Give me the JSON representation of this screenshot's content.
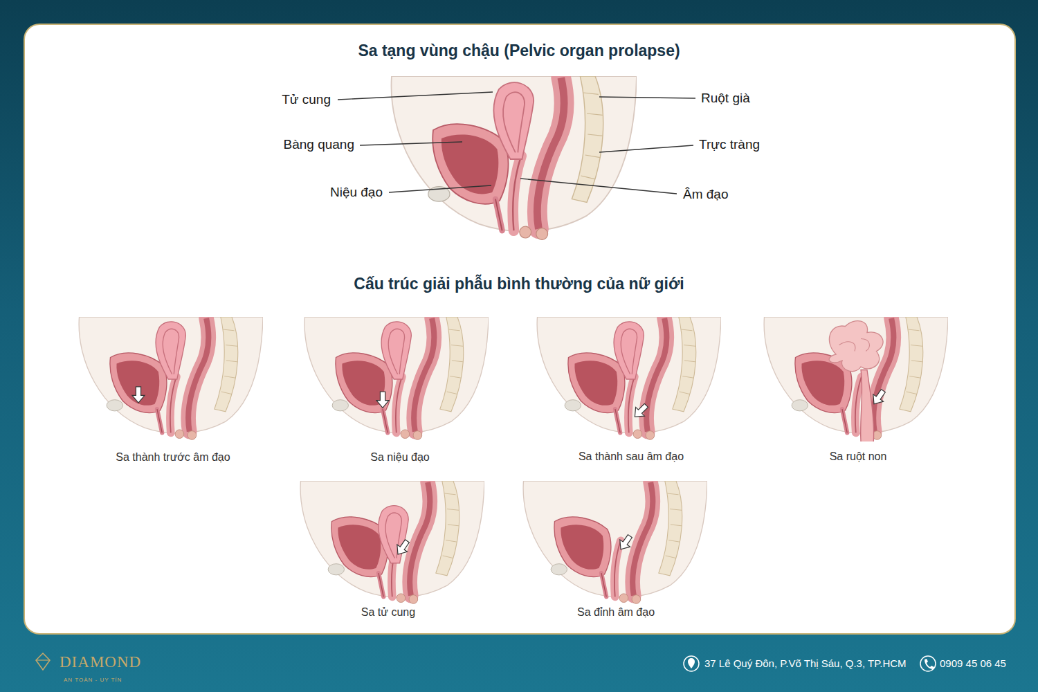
{
  "diagram": {
    "title": "Sa tạng vùng chậu (Pelvic organ prolapse)",
    "labels": [
      "Tử cung",
      "Ruột già",
      "Bàng quang",
      "Trực tràng",
      "Niệu đạo",
      "Âm đạo",
      "Cấu trúc giải phẫu bình thường của nữ giới",
      "Sa thành trước âm đạo",
      "Sa niệu đạo",
      "Sa thành sau âm đạo",
      "Sa ruột non",
      "Sa tử cung",
      "Sa đỉnh âm đạo",
      "DIAMOND",
      "AN TOÀN - UY TÍN",
      "37 Lê Quý Đôn, P.Võ Thị Sáu, Q.3, TP.HCM",
      "0909 45 06 45"
    ]
  }
}
